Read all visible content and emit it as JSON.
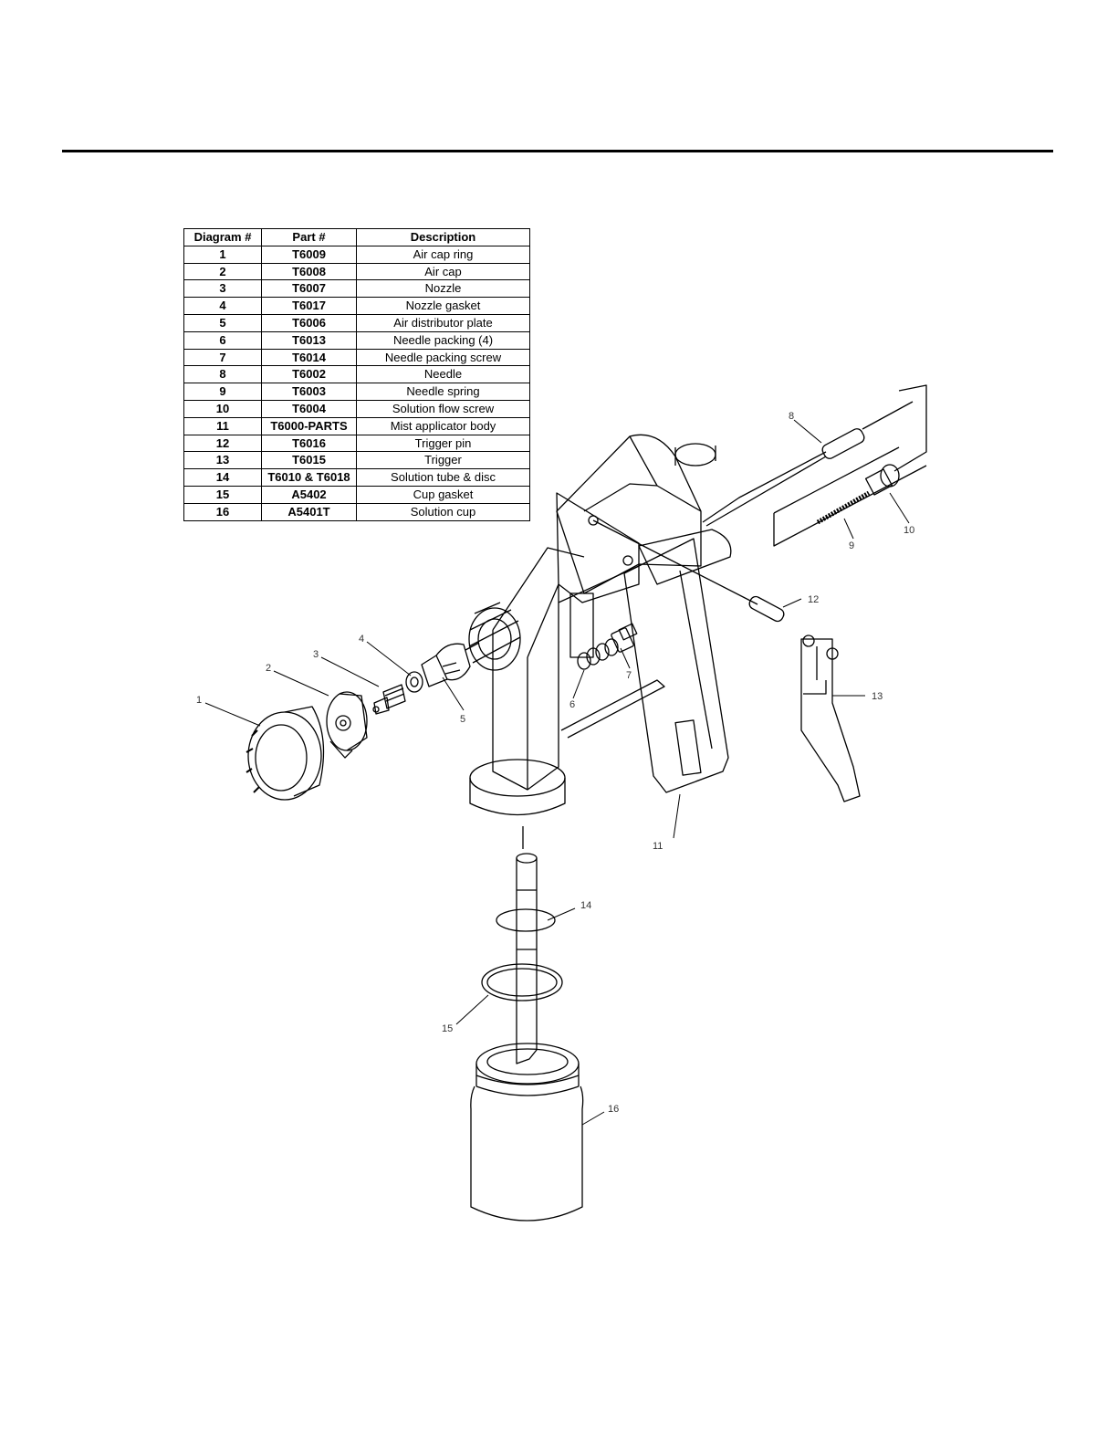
{
  "table": {
    "headers": [
      "Diagram #",
      "Part #",
      "Description"
    ],
    "rows": [
      [
        "1",
        "T6009",
        "Air cap ring"
      ],
      [
        "2",
        "T6008",
        "Air cap"
      ],
      [
        "3",
        "T6007",
        "Nozzle"
      ],
      [
        "4",
        "T6017",
        "Nozzle gasket"
      ],
      [
        "5",
        "T6006",
        "Air distributor plate"
      ],
      [
        "6",
        "T6013",
        "Needle packing (4)"
      ],
      [
        "7",
        "T6014",
        "Needle packing screw"
      ],
      [
        "8",
        "T6002",
        "Needle"
      ],
      [
        "9",
        "T6003",
        "Needle spring"
      ],
      [
        "10",
        "T6004",
        "Solution flow screw"
      ],
      [
        "11",
        "T6000-PARTS",
        "Mist applicator body"
      ],
      [
        "12",
        "T6016",
        "Trigger pin"
      ],
      [
        "13",
        "T6015",
        "Trigger"
      ],
      [
        "14",
        "T6010 & T6018",
        "Solution tube & disc"
      ],
      [
        "15",
        "A5402",
        "Cup gasket"
      ],
      [
        "16",
        "A5401T",
        "Solution cup"
      ]
    ]
  },
  "callouts": [
    "1",
    "2",
    "3",
    "4",
    "5",
    "6",
    "7",
    "8",
    "9",
    "10",
    "11",
    "12",
    "13",
    "14",
    "15",
    "16"
  ]
}
